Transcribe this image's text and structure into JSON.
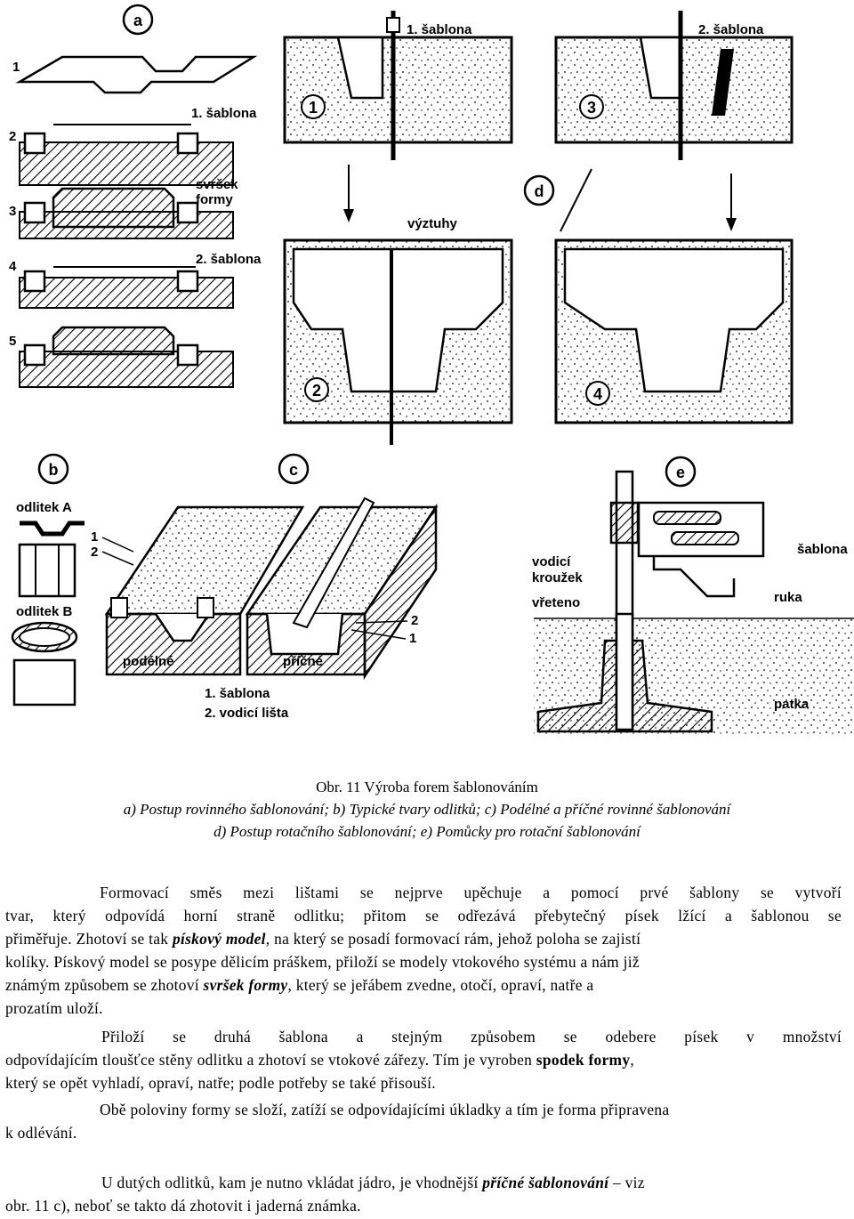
{
  "figure": {
    "panel_labels": [
      "a",
      "b",
      "c",
      "d",
      "e"
    ],
    "step_numbers_a": [
      "1",
      "2",
      "3",
      "4",
      "5"
    ],
    "circled_steps_d": [
      "1",
      "2",
      "3",
      "4"
    ],
    "labels": {
      "a_sablona1": "1. šablona",
      "a_svrsek": "svršek",
      "a_formy": "formy",
      "a_sablona2": "2. šablona",
      "d_sablona1": "1. šablona",
      "d_sablona2": "2. šablona",
      "d_vyztuhy": "výztuhy",
      "b_odlitekA": "odlitek A",
      "b_odlitekB": "odlitek B",
      "c_1": "1",
      "c_2": "2",
      "c_podelne": "podélné",
      "c_pricne": "příčné",
      "c_legend1": "1. šablona",
      "c_legend2": "2. vodicí lišta",
      "e_vodici": "vodicí",
      "e_krouzek": "kroužek",
      "e_vreteno": "vřeteno",
      "e_sablona": "šablona",
      "e_ruka": "ruka",
      "e_patka": "patka"
    }
  },
  "caption": {
    "title": "Obr. 11  Výroba forem šablonováním",
    "line2": "a) Postup rovinného šablonování;   b) Typické tvary odlitků;   c) Podélné a příčné rovinné šablonování",
    "line3": "d) Postup rotačního šablonování;   e) Pomůcky pro rotační šablonování"
  },
  "body": {
    "p1_l1": "Formovací směs mezi lištami se nejprve upěchuje a pomocí prvé šablony se vytvoří",
    "p1_l2": "tvar, který odpovídá horní straně odlitku; přitom se odřezává přebytečný písek lžící a šablonou se",
    "p1_l3a": "přiměřuje. Zhotoví se tak ",
    "p1_l3b": "pískový model",
    "p1_l3c": ", na který se posadí formovací rám, jehož poloha se zajistí",
    "p1_l4": "kolíky. Pískový model se posype dělicím práškem, přiloží se modely vtokového systému a nám již",
    "p1_l5a": "známým způsobem se zhotoví ",
    "p1_l5b": "svršek formy",
    "p1_l5c": ", který se jeřábem zvedne, otočí, opraví, natře a",
    "p1_l6": "prozatím uloží.",
    "p2_l1": "Přiloží se druhá šablona a stejným způsobem se odebere písek v množství",
    "p2_l2": "odpovídajícím tloušťce stěny odlitku a zhotoví se vtokové zářezy. Tím je vyroben ",
    "p2_l2b": "spodek formy",
    "p2_l2c": ",",
    "p2_l3": "který se opět vyhladí, opraví, natře; podle potřeby se také přisouší.",
    "p3_l1": "Obě poloviny formy se složí, zatíží se odpovídajícími úkladky a tím je forma připravena",
    "p3_l2": "k odlévání.",
    "p4_l1a": "U dutých odlitků, kam je nutno vkládat jádro, je vhodnější  ",
    "p4_l1b": "příčné šablonování",
    "p4_l1c": "  –  viz",
    "p4_l2": "obr. 11 c), neboť se takto dá zhotovit i jaderná známka."
  }
}
